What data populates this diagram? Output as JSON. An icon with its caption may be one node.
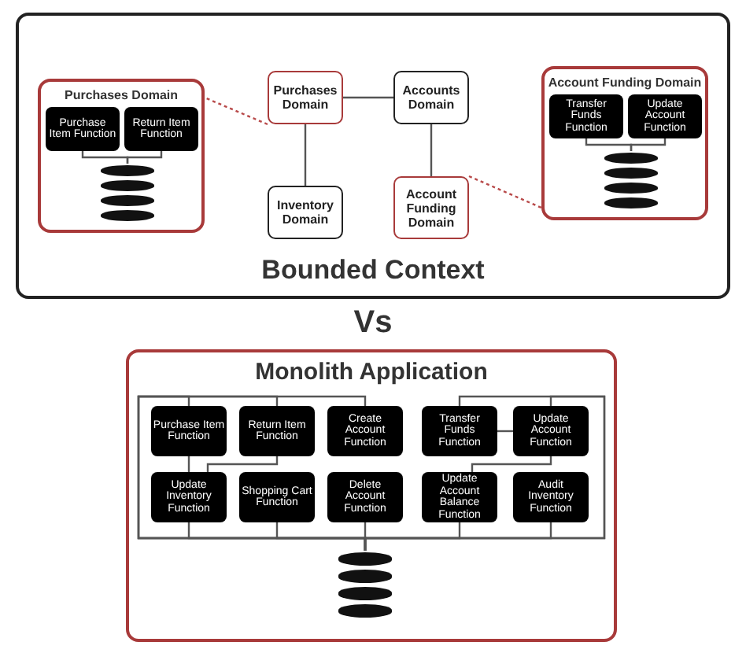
{
  "diagram": {
    "nodes": [
      {
        "text": [
          "Bounded Context"
        ]
      },
      {
        "text": [
          "Purchases Domain"
        ],
        "in": 0
      },
      {
        "text": [
          "Purchase Item Function"
        ],
        "in": 1
      },
      {
        "text": [
          "Return Item Function"
        ],
        "in": 1
      },
      {
        "text": [],
        "shape": "cylinder",
        "in": 1
      },
      {
        "text": [
          "Purchases Domain"
        ],
        "in": 0
      },
      {
        "text": [
          "Accounts Domain"
        ],
        "in": 0
      },
      {
        "text": [
          "Inventory Domain"
        ],
        "in": 0
      },
      {
        "text": [
          "Account Funding Domain"
        ],
        "in": 0
      },
      {
        "text": [
          "Account Funding Domain"
        ],
        "in": 0
      },
      {
        "text": [
          "Transfer Funds Function"
        ],
        "in": 9
      },
      {
        "text": [
          "Update Account Function"
        ],
        "in": 9
      },
      {
        "text": [],
        "shape": "cylinder",
        "in": 9
      },
      {
        "text": [
          "Monolith Application"
        ]
      },
      {
        "text": [
          "Purchase Item Function"
        ],
        "in": 13
      },
      {
        "text": [
          "Return Item Function"
        ],
        "in": 13
      },
      {
        "text": [
          "Create Account Function"
        ],
        "in": 13
      },
      {
        "text": [
          "Transfer Funds Function"
        ],
        "in": 13
      },
      {
        "text": [
          "Update Account Function"
        ],
        "in": 13
      },
      {
        "text": [
          "Update Inventory Function"
        ],
        "in": 13
      },
      {
        "text": [
          "Shopping Cart Function"
        ],
        "in": 13
      },
      {
        "text": [
          "Delete Account Function"
        ],
        "in": 13
      },
      {
        "text": [
          "Update Account Balance Function"
        ],
        "in": 13
      },
      {
        "text": [
          "Audit Inventory Function"
        ],
        "in": 13
      },
      {
        "text": [],
        "shape": "cylinder",
        "in": 13
      }
    ],
    "edges": [
      {
        "from": 2,
        "to": 4,
        "arrow": "none"
      },
      {
        "from": 3,
        "to": 4,
        "arrow": "none"
      },
      {
        "from": 5,
        "to": 1,
        "arrow": "none",
        "style": "dashed",
        "color": "#b84a4a"
      },
      {
        "from": 5,
        "to": 6,
        "arrow": "none"
      },
      {
        "from": 5,
        "to": 7,
        "arrow": "none"
      },
      {
        "from": 6,
        "to": 8,
        "arrow": "none"
      },
      {
        "from": 8,
        "to": 9,
        "arrow": "none",
        "style": "dashed",
        "color": "#b84a4a"
      },
      {
        "from": 10,
        "to": 12,
        "arrow": "none"
      },
      {
        "from": 11,
        "to": 12,
        "arrow": "none"
      },
      {
        "from": 14,
        "to": 19,
        "arrow": "none"
      },
      {
        "from": 15,
        "to": 19,
        "arrow": "none"
      },
      {
        "from": 17,
        "to": 18,
        "arrow": "none"
      },
      {
        "from": 18,
        "to": 22,
        "arrow": "none"
      },
      {
        "from": 14,
        "to": 24,
        "arrow": "none"
      },
      {
        "from": 15,
        "to": 24,
        "arrow": "none"
      },
      {
        "from": 16,
        "to": 24,
        "arrow": "none"
      },
      {
        "from": 17,
        "to": 24,
        "arrow": "none"
      },
      {
        "from": 18,
        "to": 24,
        "arrow": "none"
      },
      {
        "from": 19,
        "to": 24,
        "arrow": "none"
      },
      {
        "from": 20,
        "to": 24,
        "arrow": "none"
      },
      {
        "from": 21,
        "to": 24,
        "arrow": "none"
      },
      {
        "from": 22,
        "to": 24,
        "arrow": "none"
      },
      {
        "from": 23,
        "to": 24,
        "arrow": "none"
      }
    ],
    "labels": [
      "Vs"
    ]
  }
}
